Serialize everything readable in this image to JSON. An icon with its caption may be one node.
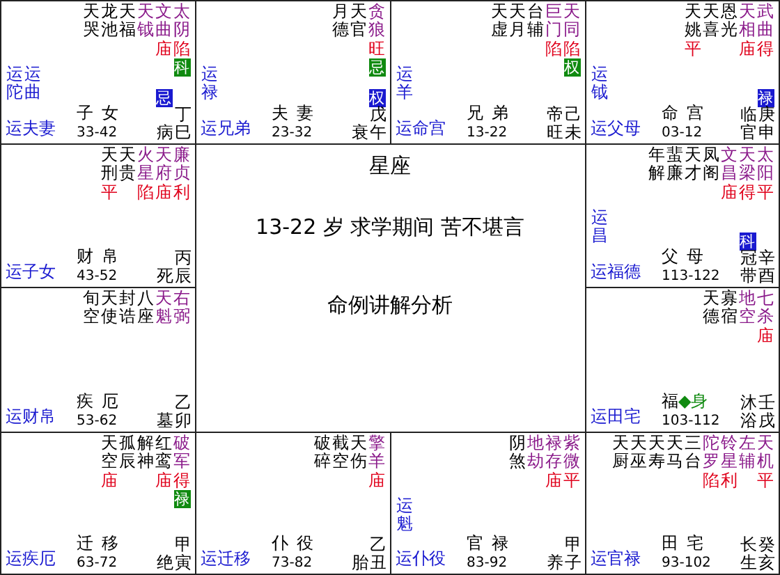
{
  "diagram": {
    "nodes": [
      {
        "text": [
          "天哭",
          "龙池",
          "天福",
          "天钺",
          "文曲",
          "太阴",
          "庙",
          "陷",
          "科",
          "忌",
          "运陀",
          "运曲",
          "运夫妻",
          "子女",
          "33-42",
          "病",
          "丁巳"
        ]
      },
      {
        "text": [
          "月德",
          "天官",
          "贪狼",
          "旺",
          "忌",
          "权",
          "运禄",
          "运兄弟",
          "夫妻",
          "23-32",
          "衰",
          "戊午"
        ]
      },
      {
        "text": [
          "天虚",
          "天月",
          "台辅",
          "巨门",
          "天同",
          "陷",
          "陷",
          "权",
          "运羊",
          "运命宫",
          "兄弟",
          "13-22",
          "帝旺",
          "己未"
        ]
      },
      {
        "text": [
          "天姚",
          "天喜",
          "恩光",
          "天相",
          "武曲",
          "平",
          "庙",
          "得",
          "禄",
          "运钺",
          "运父母",
          "命宫",
          "03-12",
          "临官",
          "庚申"
        ]
      },
      {
        "text": [
          "天刑",
          "天贵",
          "火星",
          "天府",
          "廉贞",
          "平",
          "陷",
          "庙",
          "利",
          "运子女",
          "财帛",
          "43-52",
          "死",
          "丙辰"
        ]
      },
      {
        "text": [
          "星座",
          "13-22 岁 求学期间 苦不堪言",
          "命例讲解分析"
        ]
      },
      {
        "text": [
          "年解",
          "蜚廉",
          "天才",
          "凤阁",
          "文昌",
          "天梁",
          "太阳",
          "庙",
          "得",
          "平",
          "科",
          "运昌",
          "运福德",
          "父母",
          "113-122",
          "冠带",
          "辛酉"
        ]
      },
      {
        "text": [
          "旬空",
          "天使",
          "封诰",
          "八座",
          "天魁",
          "右弼",
          "运财帛",
          "疾厄",
          "53-62",
          "墓",
          "乙卯"
        ]
      },
      {
        "text": [
          "天德",
          "寡宿",
          "地空",
          "七杀",
          "庙",
          "运田宅",
          "福◆身",
          "103-112",
          "沐浴",
          "壬戌"
        ]
      },
      {
        "text": [
          "天空",
          "孤辰",
          "解神",
          "红鸾",
          "破军",
          "庙",
          "庙",
          "得",
          "禄",
          "运疾厄",
          "迁移",
          "63-72",
          "绝",
          "甲寅"
        ]
      },
      {
        "text": [
          "破碎",
          "截空",
          "天伤",
          "擎羊",
          "庙",
          "运迁移",
          "仆役",
          "73-82",
          "胎",
          "乙丑"
        ]
      },
      {
        "text": [
          "阴煞",
          "地劫",
          "禄存",
          "紫微",
          "庙",
          "平",
          "运魁",
          "运仆役",
          "官禄",
          "83-92",
          "养",
          "甲子"
        ]
      },
      {
        "text": [
          "天厨",
          "天巫",
          "天寿",
          "天马",
          "三台",
          "陀罗",
          "铃星",
          "左辅",
          "天机",
          "陷",
          "利",
          "平",
          "运官禄",
          "田宅",
          "93-102",
          "长生",
          "癸亥"
        ]
      }
    ]
  }
}
